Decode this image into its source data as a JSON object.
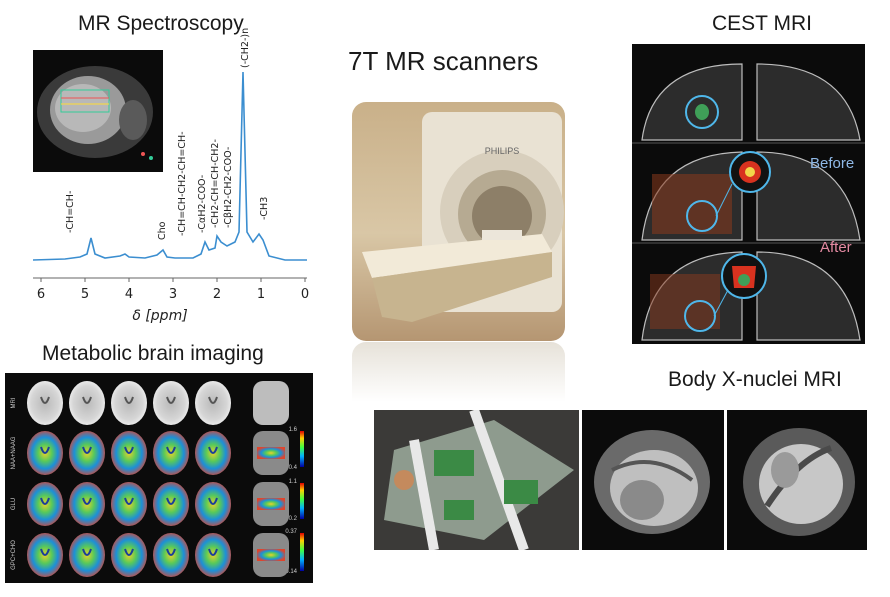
{
  "spectroscopy": {
    "title": "MR Spectroscopy",
    "peaks": [
      "-CH=CH-",
      "Cho",
      "-CH=CH-CH2-CH=CH-",
      "-CαH2-COO-",
      "-CH2-CH=CH-CH2-",
      "-CβH2-CH2-COO-",
      "(-CH2-)n",
      "-CH3"
    ],
    "axis_ticks": [
      "6",
      "5",
      "4",
      "3",
      "2",
      "1",
      "0"
    ],
    "axis_label": "δ [ppm]"
  },
  "scanners": {
    "title": "7T MR scanners",
    "brand": "PHILIPS"
  },
  "cest": {
    "title": "CEST MRI",
    "before": "Before",
    "after": "After"
  },
  "brain": {
    "title": "Metabolic brain imaging",
    "rows": [
      "MRI",
      "NAA+NAAG",
      "GLU",
      "GPC+CHO"
    ],
    "scales": [
      {
        "max": "",
        "min": ""
      },
      {
        "max": "1.6",
        "min": "0.4"
      },
      {
        "max": "1.1",
        "min": "0.2"
      },
      {
        "max": "0.37",
        "min": "0.14"
      }
    ]
  },
  "xnuclei": {
    "title": "Body X-nuclei MRI"
  }
}
